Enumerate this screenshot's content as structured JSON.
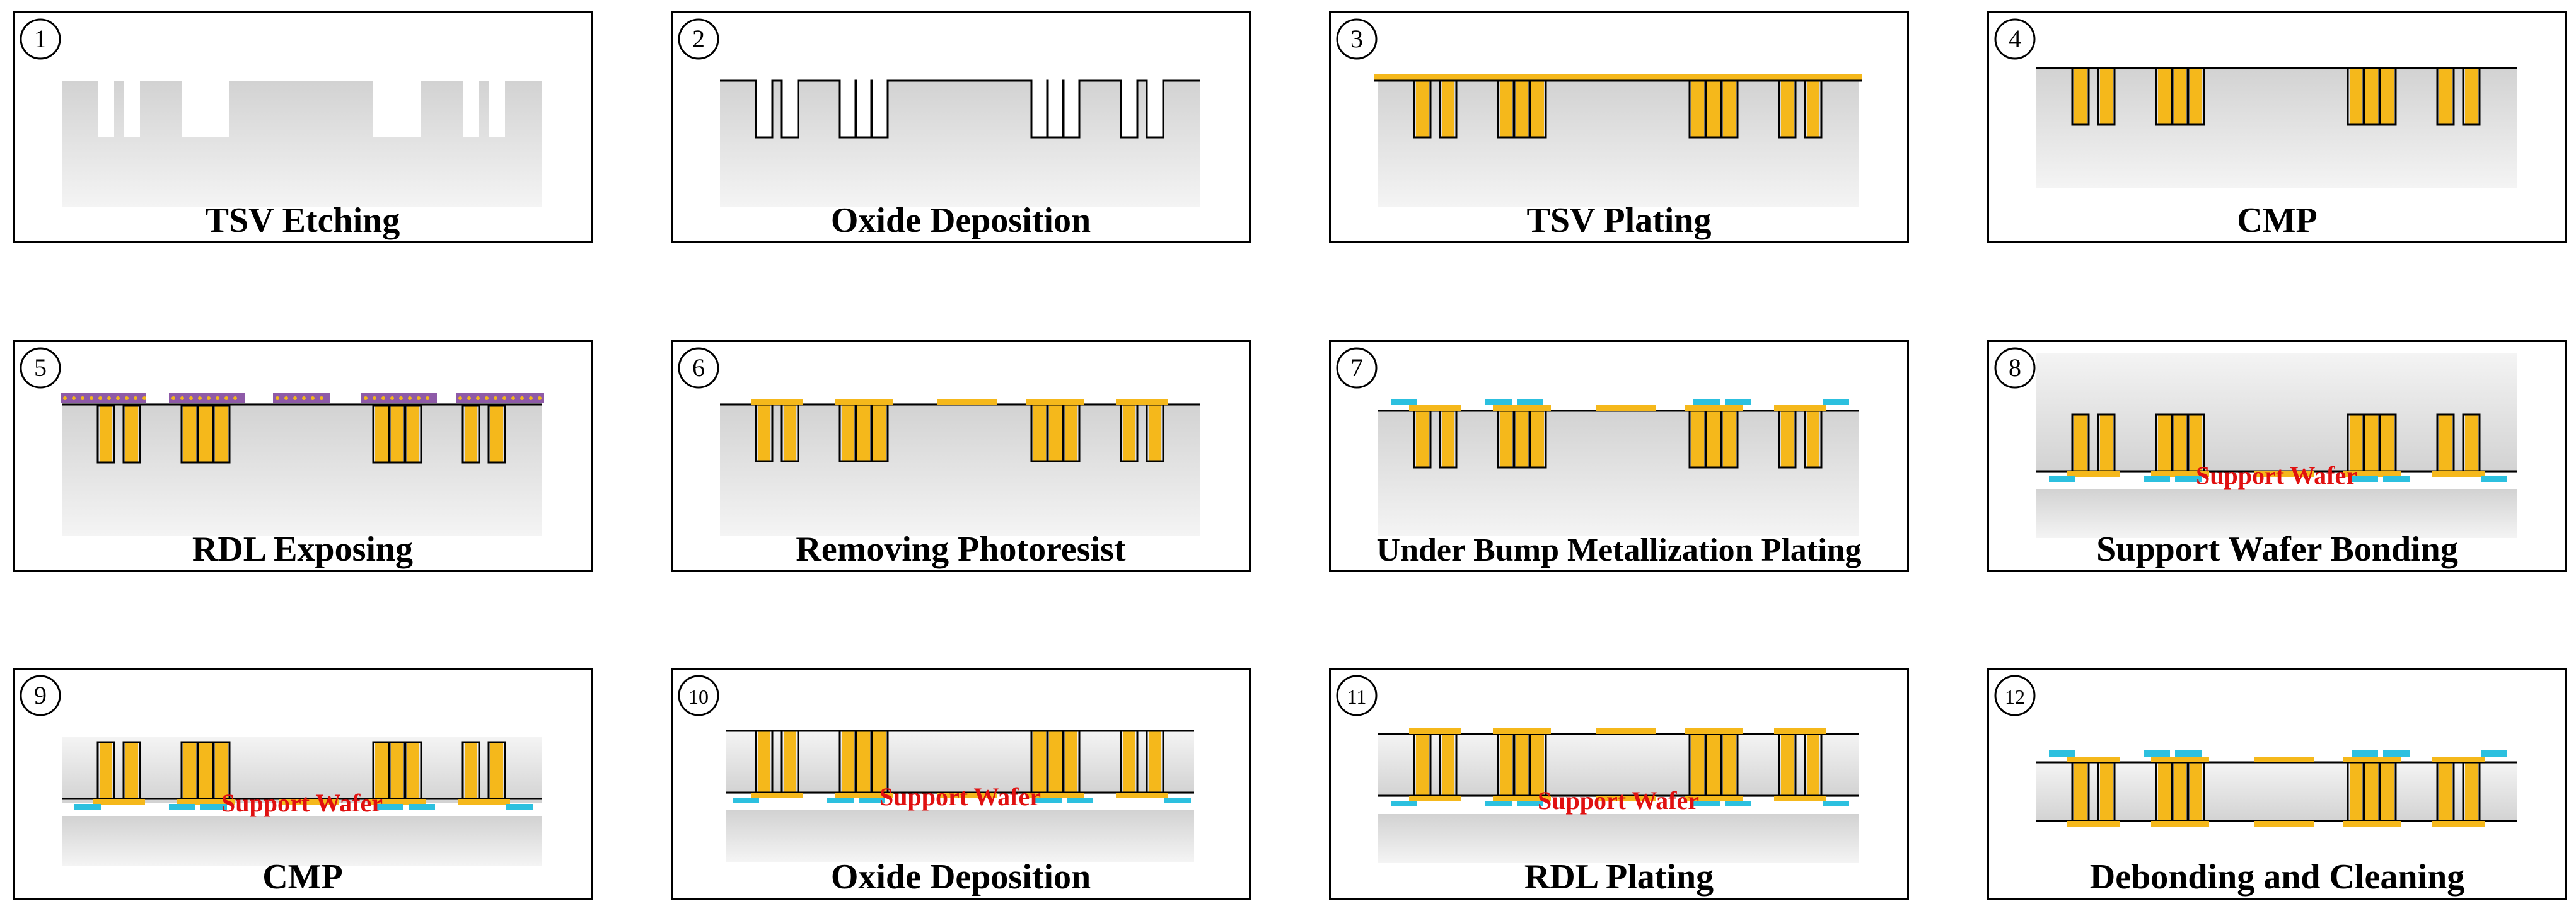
{
  "colors": {
    "metal": "#F5B81B",
    "metal_dark": "#D4960E",
    "ubm": "#2CC0DF",
    "photoresist": "#8E5AA8",
    "photoresist_dot": "#F5B81B",
    "label_text": "#000000",
    "support_text": "#E01010",
    "frame": "#000000",
    "gradient_top": "#D2D2D2",
    "gradient_bottom": "#F4F4F4"
  },
  "steps": [
    {
      "number": "1",
      "label": "TSV Etching",
      "stage": 1
    },
    {
      "number": "2",
      "label": "Oxide Deposition",
      "stage": 2
    },
    {
      "number": "3",
      "label": "TSV Plating",
      "stage": 3
    },
    {
      "number": "4",
      "label": "CMP",
      "stage": 4
    },
    {
      "number": "5",
      "label": "RDL Exposing",
      "stage": 5
    },
    {
      "number": "6",
      "label": "Removing  Photoresist",
      "stage": 6
    },
    {
      "number": "7",
      "label": "Under Bump Metallization Plating",
      "stage": 7
    },
    {
      "number": "8",
      "label": "Support Wafer Bonding",
      "stage": 8,
      "support_label": "Support Wafer"
    },
    {
      "number": "9",
      "label": "CMP",
      "stage": 9,
      "support_label": "Support Wafer"
    },
    {
      "number": "10",
      "label": "Oxide Deposition",
      "stage": 10,
      "support_label": "Support Wafer"
    },
    {
      "number": "11",
      "label": "RDL Plating",
      "stage": 11,
      "support_label": "Support Wafer"
    },
    {
      "number": "12",
      "label": "Debonding and Cleaning",
      "stage": 12
    }
  ]
}
